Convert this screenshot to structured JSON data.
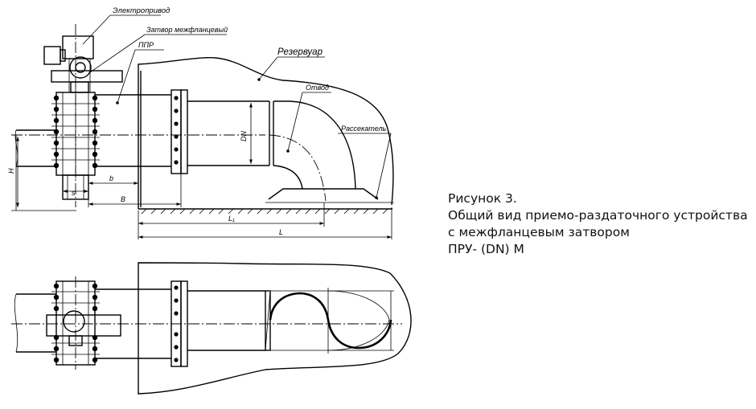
{
  "caption": {
    "title": "Рисунок 3.",
    "line1": "Общий вид приемо-раздаточного устройства",
    "line2": "с межфланцевым затвором",
    "line3": "ПРУ- (DN) М"
  },
  "labels": {
    "electric_drive": "Электропривод",
    "wafer_valve": "Затвор межфланцевый",
    "ppr": "ППР",
    "tank": "Резервуар",
    "elbow": "Отвод",
    "splitter": "Рассекатель"
  },
  "dimensions": {
    "H": "H",
    "s": "s",
    "b": "b",
    "B": "B",
    "DN": "DN",
    "L1": "L₁",
    "L": "L"
  }
}
